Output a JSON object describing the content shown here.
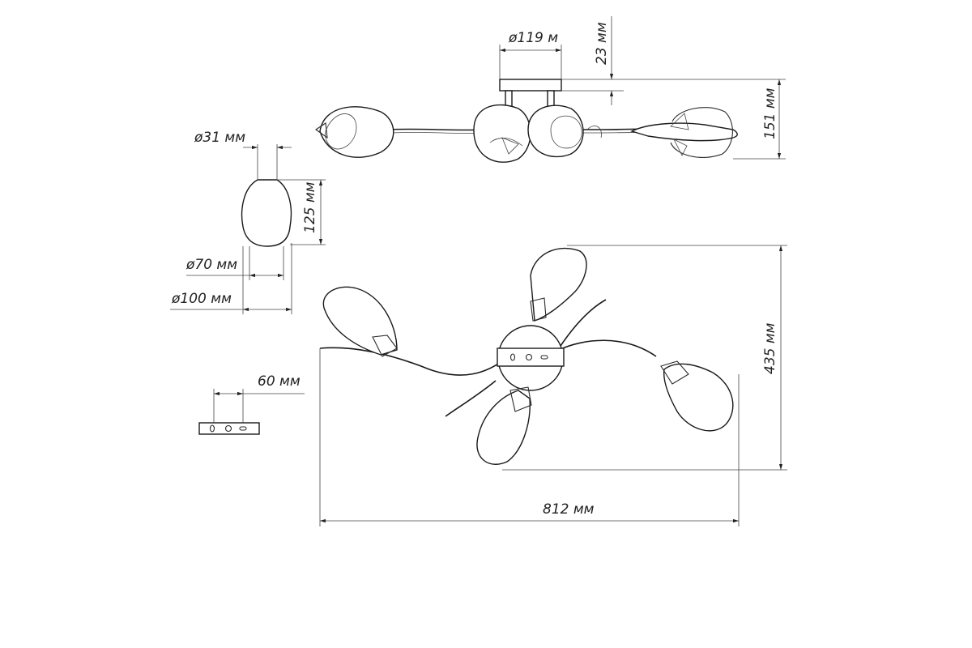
{
  "drawing": {
    "dimensions": {
      "canopy_diameter": "ø119 м",
      "canopy_height": "23 мм",
      "total_height": "151 мм",
      "shade_top_diameter": "ø31 мм",
      "shade_height": "125 мм",
      "shade_mid_diameter": "ø70 мм",
      "shade_max_diameter": "ø100 мм",
      "bracket_depth": "60 мм",
      "plan_depth": "435 мм",
      "plan_width": "812 мм"
    }
  }
}
